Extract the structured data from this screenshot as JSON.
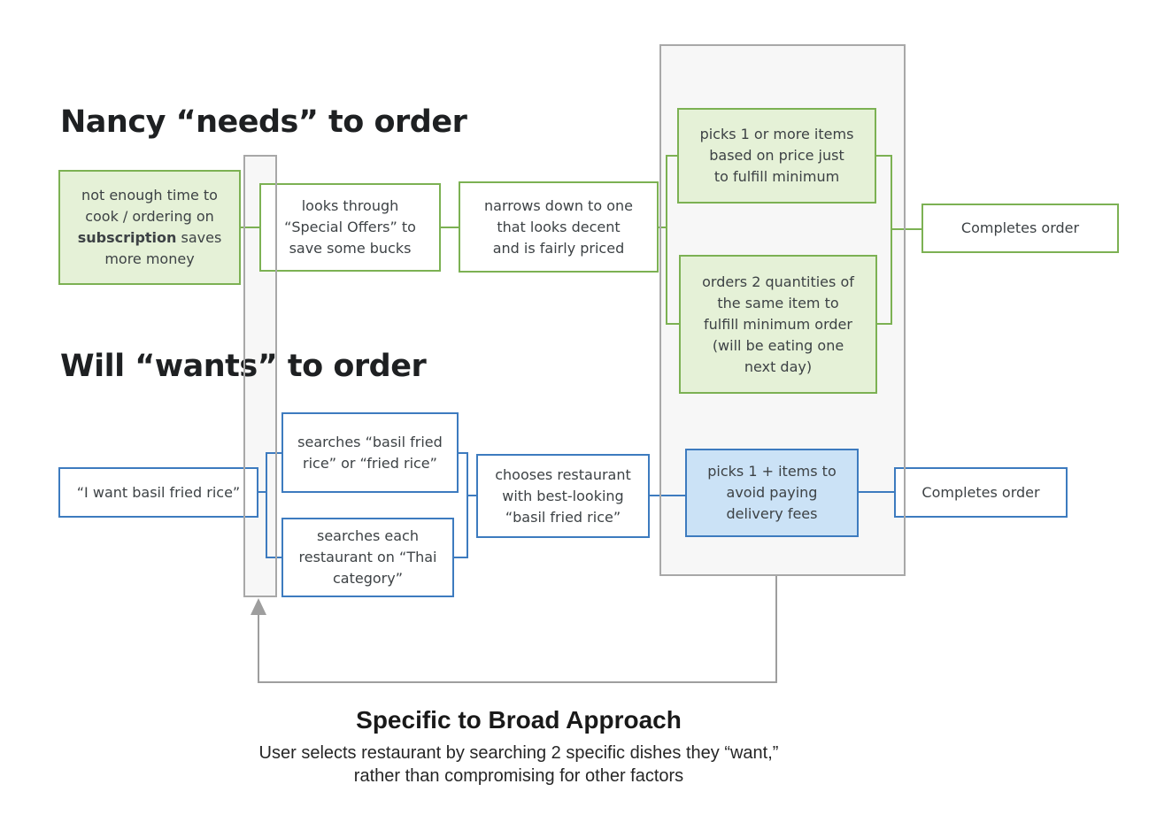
{
  "titles": {
    "nancy": "Nancy “needs” to order",
    "will": "Will “wants” to order"
  },
  "nodes": {
    "n1_pre": "not enough time to\ncook / ordering on\n",
    "n1_bold": "subscription",
    "n1_post": " saves\nmore money",
    "n2": "looks through\n“Special Offers” to\nsave some bucks",
    "n3": "narrows down to one\nthat looks decent\nand is fairly priced",
    "n4": "picks 1 or more items\nbased on price just\nto fulfill minimum",
    "n5": "orders 2 quantities of\nthe same item to\nfulfill minimum order\n(will be eating one\nnext day)",
    "n6": "Completes order",
    "w1": "“I want basil fried rice”",
    "w2": "searches “basil fried\nrice” or “fried rice”",
    "w3": "searches each\nrestaurant on “Thai\ncategory”",
    "w4": "chooses restaurant\nwith best-looking\n“basil fried rice”",
    "w5": "picks 1 + items to\navoid paying\ndelivery fees",
    "w6": "Completes order"
  },
  "caption": {
    "title": "Specific to Broad Approach",
    "body": "User selects restaurant by searching 2 specific dishes they “want,”\nrather than compromising for other factors"
  },
  "colors": {
    "green_border": "#7cb153",
    "green_fill": "#e5f1d7",
    "blue_border": "#3d7bbf",
    "blue_fill": "#cbe2f6",
    "zone_border": "#a8a8a8",
    "zone_fill": "#f7f7f7",
    "arrow": "#9e9e9e",
    "node_text": "#3d4245",
    "title_text": "#1e2022"
  }
}
